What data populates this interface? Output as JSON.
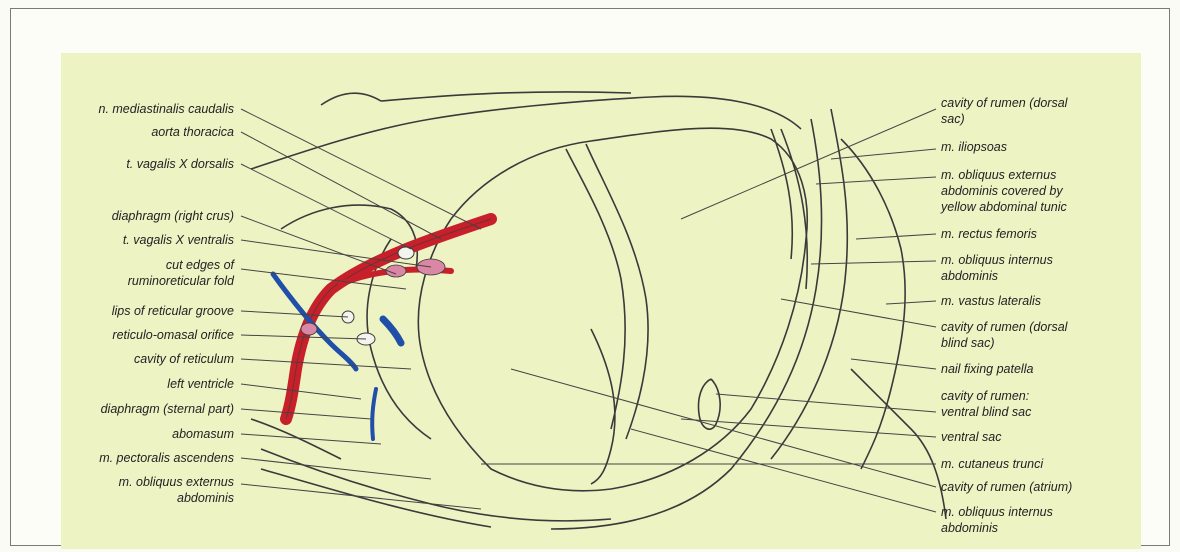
{
  "left_labels": [
    {
      "key": "n-mediastinalis-caudalis",
      "text": "n. mediastinalis caudalis"
    },
    {
      "key": "aorta-thoracica",
      "text": "aorta thoracica"
    },
    {
      "key": "t-vagalis-x-dorsalis",
      "text": "t. vagalis X dorsalis"
    },
    {
      "key": "diaphragm-right-crus",
      "text": "diaphragm (right crus)"
    },
    {
      "key": "t-vagalis-x-ventralis",
      "text": "t. vagalis X ventralis"
    },
    {
      "key": "cut-edges-of",
      "text": "cut edges of"
    },
    {
      "key": "ruminoreticular-fold",
      "text": "ruminoreticular fold"
    },
    {
      "key": "lips-of-reticular-groove",
      "text": "lips of reticular groove"
    },
    {
      "key": "reticulo-omasal-orifice",
      "text": "reticulo-omasal orifice"
    },
    {
      "key": "cavity-of-reticulum",
      "text": "cavity of reticulum"
    },
    {
      "key": "left-ventricle",
      "text": "left ventricle"
    },
    {
      "key": "diaphragm-sternal-part",
      "text": "diaphragm (sternal part)"
    },
    {
      "key": "abomasum",
      "text": "abomasum"
    },
    {
      "key": "m-pectoralis-ascendens",
      "text": "m. pectoralis ascendens"
    },
    {
      "key": "m-obliquus-externus",
      "text": "m. obliquus externus"
    },
    {
      "key": "abdominis",
      "text": "abdominis"
    }
  ],
  "right_labels": [
    {
      "key": "cavity-of-rumen-dorsal-1",
      "text": "cavity of rumen (dorsal"
    },
    {
      "key": "sac",
      "text": "sac)"
    },
    {
      "key": "m-iliopsoas",
      "text": "m. iliopsoas"
    },
    {
      "key": "m-obliquus-externus-r",
      "text": "m. obliquus externus"
    },
    {
      "key": "abdominis-covered-by",
      "text": "abdominis covered by"
    },
    {
      "key": "yellow-abdominal-tunic",
      "text": "yellow abdominal tunic"
    },
    {
      "key": "m-rectus-femoris",
      "text": "m. rectus femoris"
    },
    {
      "key": "m-obliquus-internus",
      "text": "m. obliquus internus"
    },
    {
      "key": "abdominis-2",
      "text": "abdominis"
    },
    {
      "key": "m-vastus-lateralis",
      "text": "m. vastus lateralis"
    },
    {
      "key": "cavity-of-rumen-dorsal-2",
      "text": "cavity of rumen (dorsal"
    },
    {
      "key": "blind-sac",
      "text": "blind sac)"
    },
    {
      "key": "nail-fixing-patella",
      "text": "nail fixing patella"
    },
    {
      "key": "cavity-of-rumen-colon",
      "text": "cavity of rumen:"
    },
    {
      "key": "ventral-blind-sac",
      "text": "ventral blind sac"
    },
    {
      "key": "ventral-sac",
      "text": "ventral sac"
    },
    {
      "key": "m-cutaneus-trunci",
      "text": "m. cutaneus trunci"
    },
    {
      "key": "cavity-of-rumen-atrium",
      "text": "cavity of rumen (atrium)"
    },
    {
      "key": "m-obliquus-internus-2",
      "text": "m. obliquus internus"
    },
    {
      "key": "abdominis-3",
      "text": "abdominis"
    }
  ],
  "colors": {
    "background": "#fdfdf8",
    "plate": "#eef3c4",
    "outline": "#3a3a3a",
    "artery": "#c8202a",
    "vein": "#1f4fa8",
    "lymph": "#d987a4",
    "leader": "#444444"
  }
}
